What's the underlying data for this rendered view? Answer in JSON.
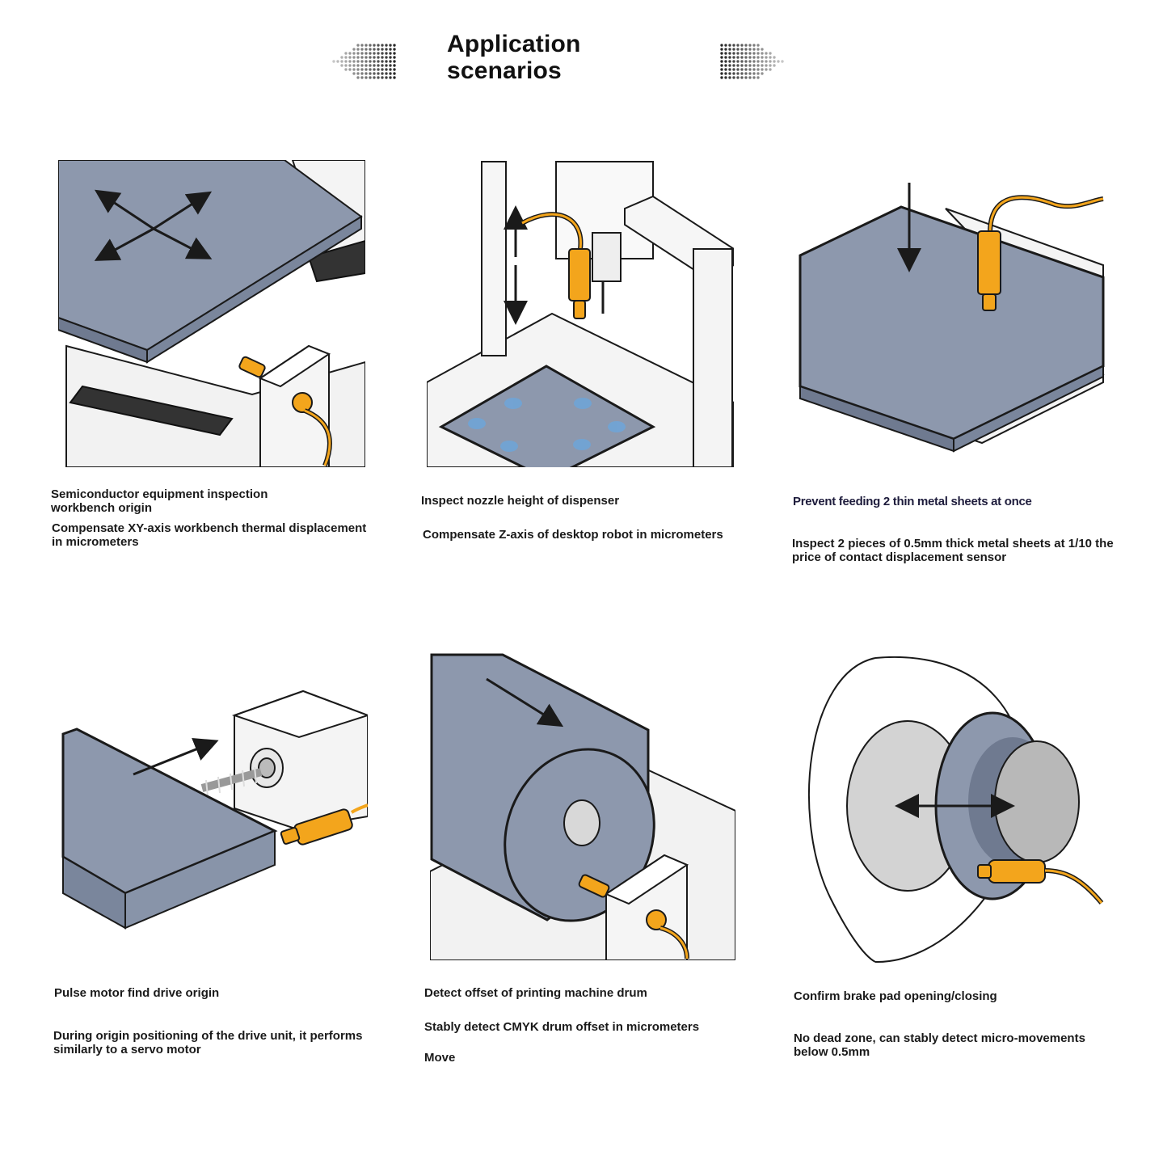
{
  "header": {
    "title_line1": "Application",
    "title_line2": "scenarios",
    "left_ornament_icon": "dotted-chevron-left-icon",
    "right_ornament_icon": "dotted-chevron-right-icon"
  },
  "colors": {
    "plate": "#8d98ad",
    "sensor": "#f3a51c",
    "outline": "#1a1a1a",
    "base": "#eeeeee"
  },
  "scenarios": [
    {
      "icon": "xy-workbench-illustration",
      "title": "Semiconductor equipment inspection workbench origin",
      "description": "Compensate XY-axis workbench thermal displacement in micrometers"
    },
    {
      "icon": "dispenser-nozzle-illustration",
      "title": "Inspect nozzle height of dispenser",
      "description": "Compensate Z-axis of desktop robot in micrometers"
    },
    {
      "icon": "double-sheet-illustration",
      "title": "Prevent feeding 2 thin metal sheets at once",
      "description": "Inspect 2 pieces of 0.5mm thick metal sheets at 1/10 the price of contact displacement sensor"
    },
    {
      "icon": "pulse-motor-illustration",
      "title": "Pulse motor find drive origin",
      "description": "During origin positioning of the drive unit, it performs similarly to a servo motor"
    },
    {
      "icon": "printing-drum-illustration",
      "title": "Detect offset of printing machine drum",
      "description": "Stably detect CMYK drum offset in micrometers",
      "extra": "Move"
    },
    {
      "icon": "brake-pad-illustration",
      "title": "Confirm brake pad opening/closing",
      "description": "No dead zone, can stably detect micro-movements below 0.5mm"
    }
  ]
}
